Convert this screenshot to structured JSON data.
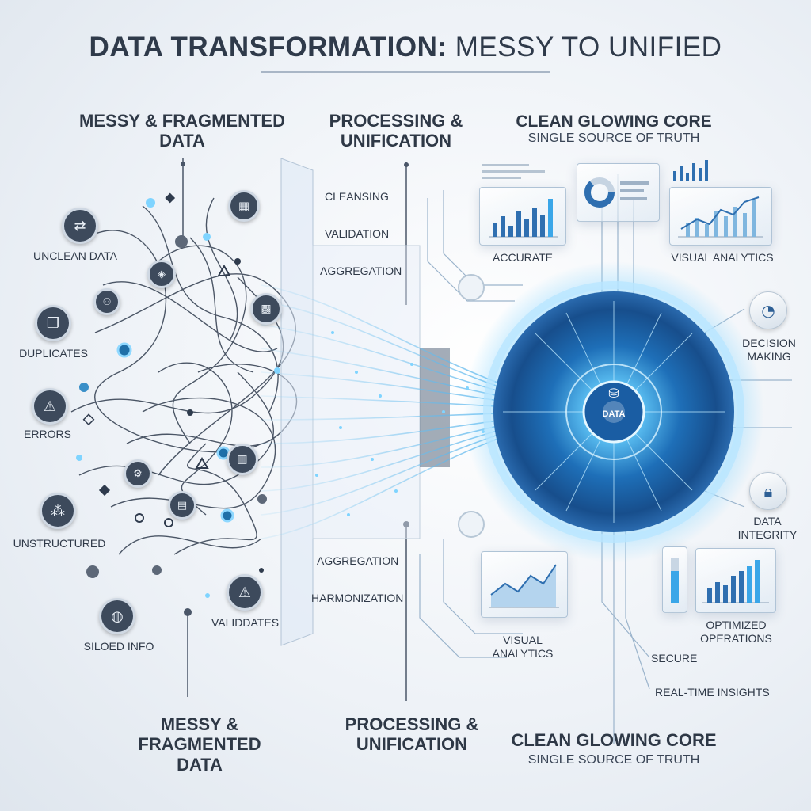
{
  "title": {
    "bold": "DATA TRANSFORMATION:",
    "light": "MESSY TO UNIFIED"
  },
  "top_headings": {
    "messy": "MESSY & FRAGMENTED DATA",
    "processing": "PROCESSING & UNIFICATION",
    "core": "CLEAN GLOWING CORE",
    "core_sub": "SINGLE SOURCE OF TRUTH"
  },
  "bottom_headings": {
    "messy": "MESSY & FRAGMENTED DATA",
    "processing": "PROCESSING & UNIFICATION",
    "core": "CLEAN GLOWING CORE",
    "core_sub": "SINGLE SOURCE OF TRUTH"
  },
  "messy_items": [
    {
      "label": "UNCLEAN DATA",
      "icon": "shuffle-icon"
    },
    {
      "label": "DUPLICATES",
      "icon": "copy-icon"
    },
    {
      "label": "ERRORS",
      "icon": "warning-icon"
    },
    {
      "label": "UNSTRUCTURED",
      "icon": "network-icon"
    },
    {
      "label": "SILOED INFO",
      "icon": "globe-icon"
    },
    {
      "label": "VALIDDATES",
      "icon": "warning-icon"
    }
  ],
  "processing_steps": [
    "CLEANSING",
    "VALIDATION",
    "AGGREGATION",
    "AGGREGATION",
    "HARMONIZATION"
  ],
  "core": {
    "label": "DATA",
    "icon": "database-icon"
  },
  "outcomes": [
    {
      "label": "ACCURATE"
    },
    {
      "label": "VISUAL ANALYTICS"
    },
    {
      "label": "DECISION MAKING",
      "icon": "pie-chart-icon"
    },
    {
      "label": "DATA INTEGRITY",
      "icon": "lock-icon"
    },
    {
      "label": "VISUAL ANALYTICS"
    },
    {
      "label": "OPTIMIZED OPERATIONS"
    },
    {
      "label": "SECURE"
    },
    {
      "label": "REAL-TIME INSIGHTS"
    }
  ],
  "colors": {
    "accent": "#3aa6e8",
    "glow": "#7fd4ff",
    "dark": "#2f3a4a",
    "core": "#1f5fa8"
  }
}
